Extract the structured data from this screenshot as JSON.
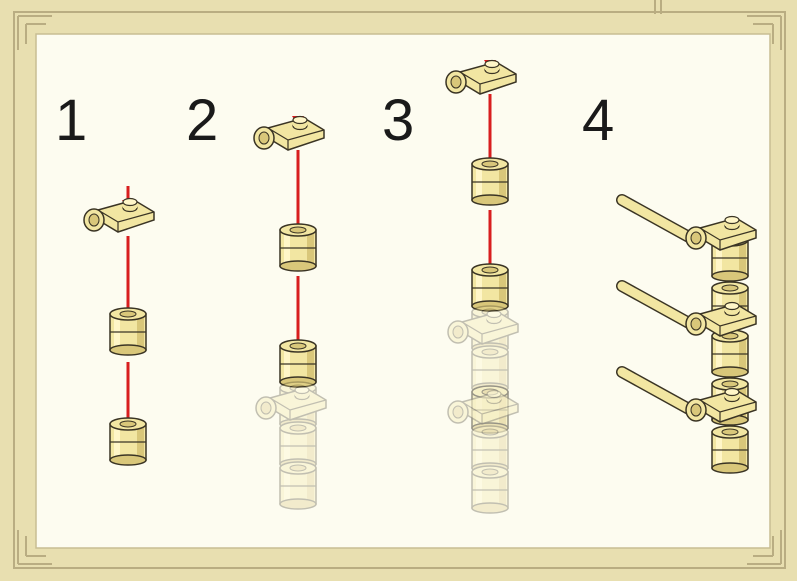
{
  "steps": [
    {
      "number": "1"
    },
    {
      "number": "2"
    },
    {
      "number": "3"
    },
    {
      "number": "4"
    }
  ],
  "colors": {
    "panel_bg": "#fdfcf0",
    "frame": "#e8dfb0",
    "frame_line": "#b9ad82",
    "brick_fill": "#f2e6a2",
    "brick_shadow": "#d9c77a",
    "brick_outline": "#3a3424",
    "arrow": "#d81e1e",
    "ghost_opacity": 0.3
  },
  "icons": [
    "assembly-arrow-icon",
    "clip-plate-brick",
    "round-brick-1x1",
    "bar-rod"
  ]
}
